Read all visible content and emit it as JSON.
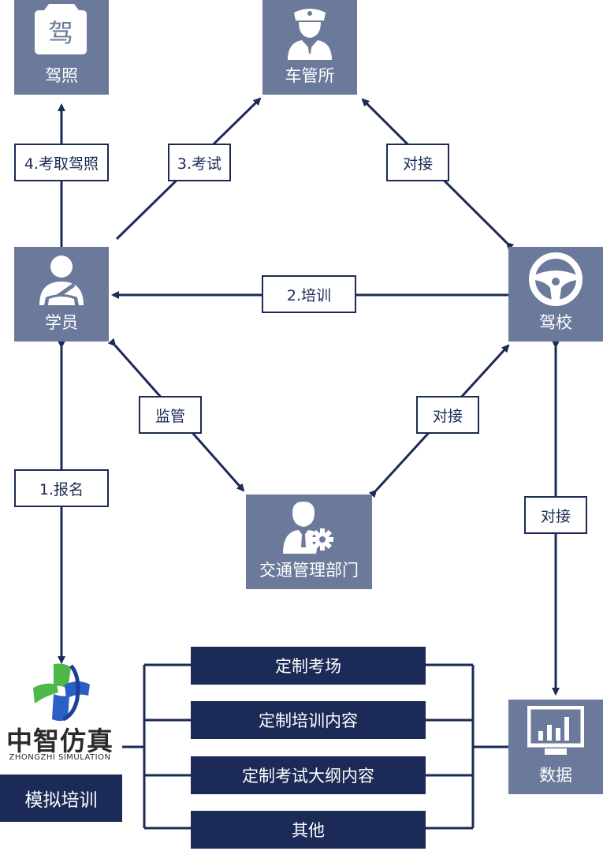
{
  "nodes": {
    "license": "驾照",
    "license_icon_char": "驾",
    "dmv": "车管所",
    "student": "学员",
    "school": "驾校",
    "traffic": "交通管理部门",
    "data": "数据"
  },
  "edges": {
    "take_license": "4.考取驾照",
    "exam": "3.考试",
    "dock_top": "对接",
    "training": "2.培训",
    "supervise": "监管",
    "dock_mid": "对接",
    "register": "1.报名",
    "dock_right": "对接"
  },
  "logo": {
    "cn": "中智仿真",
    "en": "ZHONGZHI SIMULATION"
  },
  "sim_label": "模拟培训",
  "services": [
    "定制考场",
    "定制培训内容",
    "定制考试大纲内容",
    "其他"
  ],
  "colors": {
    "navy": "#1b2a56",
    "node": "#6b7a9b",
    "logo_blue": "#2a5fc4",
    "logo_green": "#4cb848"
  },
  "icons": [
    "license-icon",
    "police-officer-icon",
    "student-seatbelt-icon",
    "steering-wheel-icon",
    "manager-gear-icon",
    "bar-chart-monitor-icon"
  ]
}
